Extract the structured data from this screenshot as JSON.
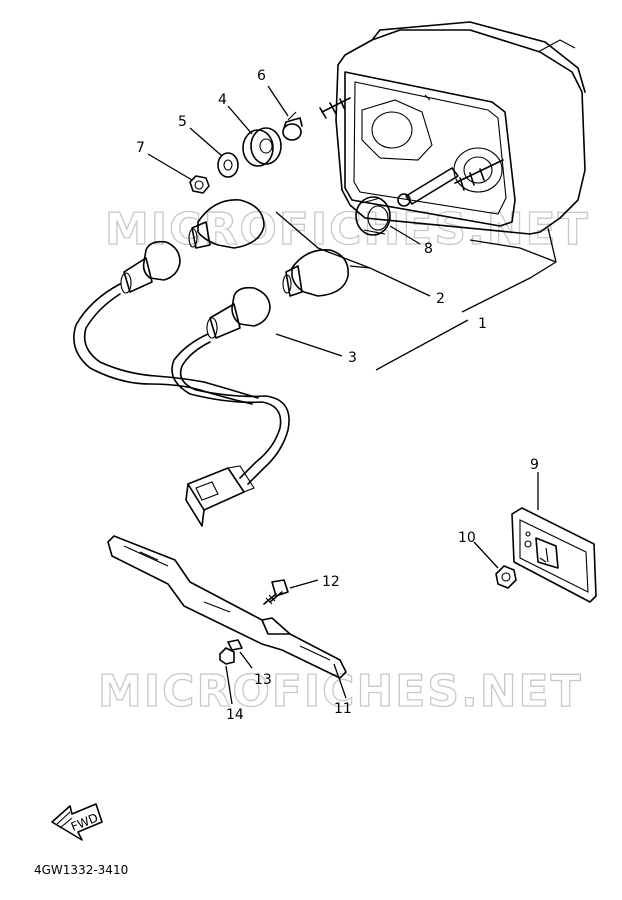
{
  "diagram": {
    "part_code": "4GW1332-3410",
    "watermark": "MICROFICHES.NET",
    "fwd_label": "FWD",
    "callouts": {
      "c1": "1",
      "c2": "2",
      "c3": "3",
      "c4": "4",
      "c5": "5",
      "c6": "6",
      "c7": "7",
      "c8": "8",
      "c9": "9",
      "c10": "10",
      "c11": "11",
      "c12": "12",
      "c13": "13",
      "c14": "14"
    }
  }
}
